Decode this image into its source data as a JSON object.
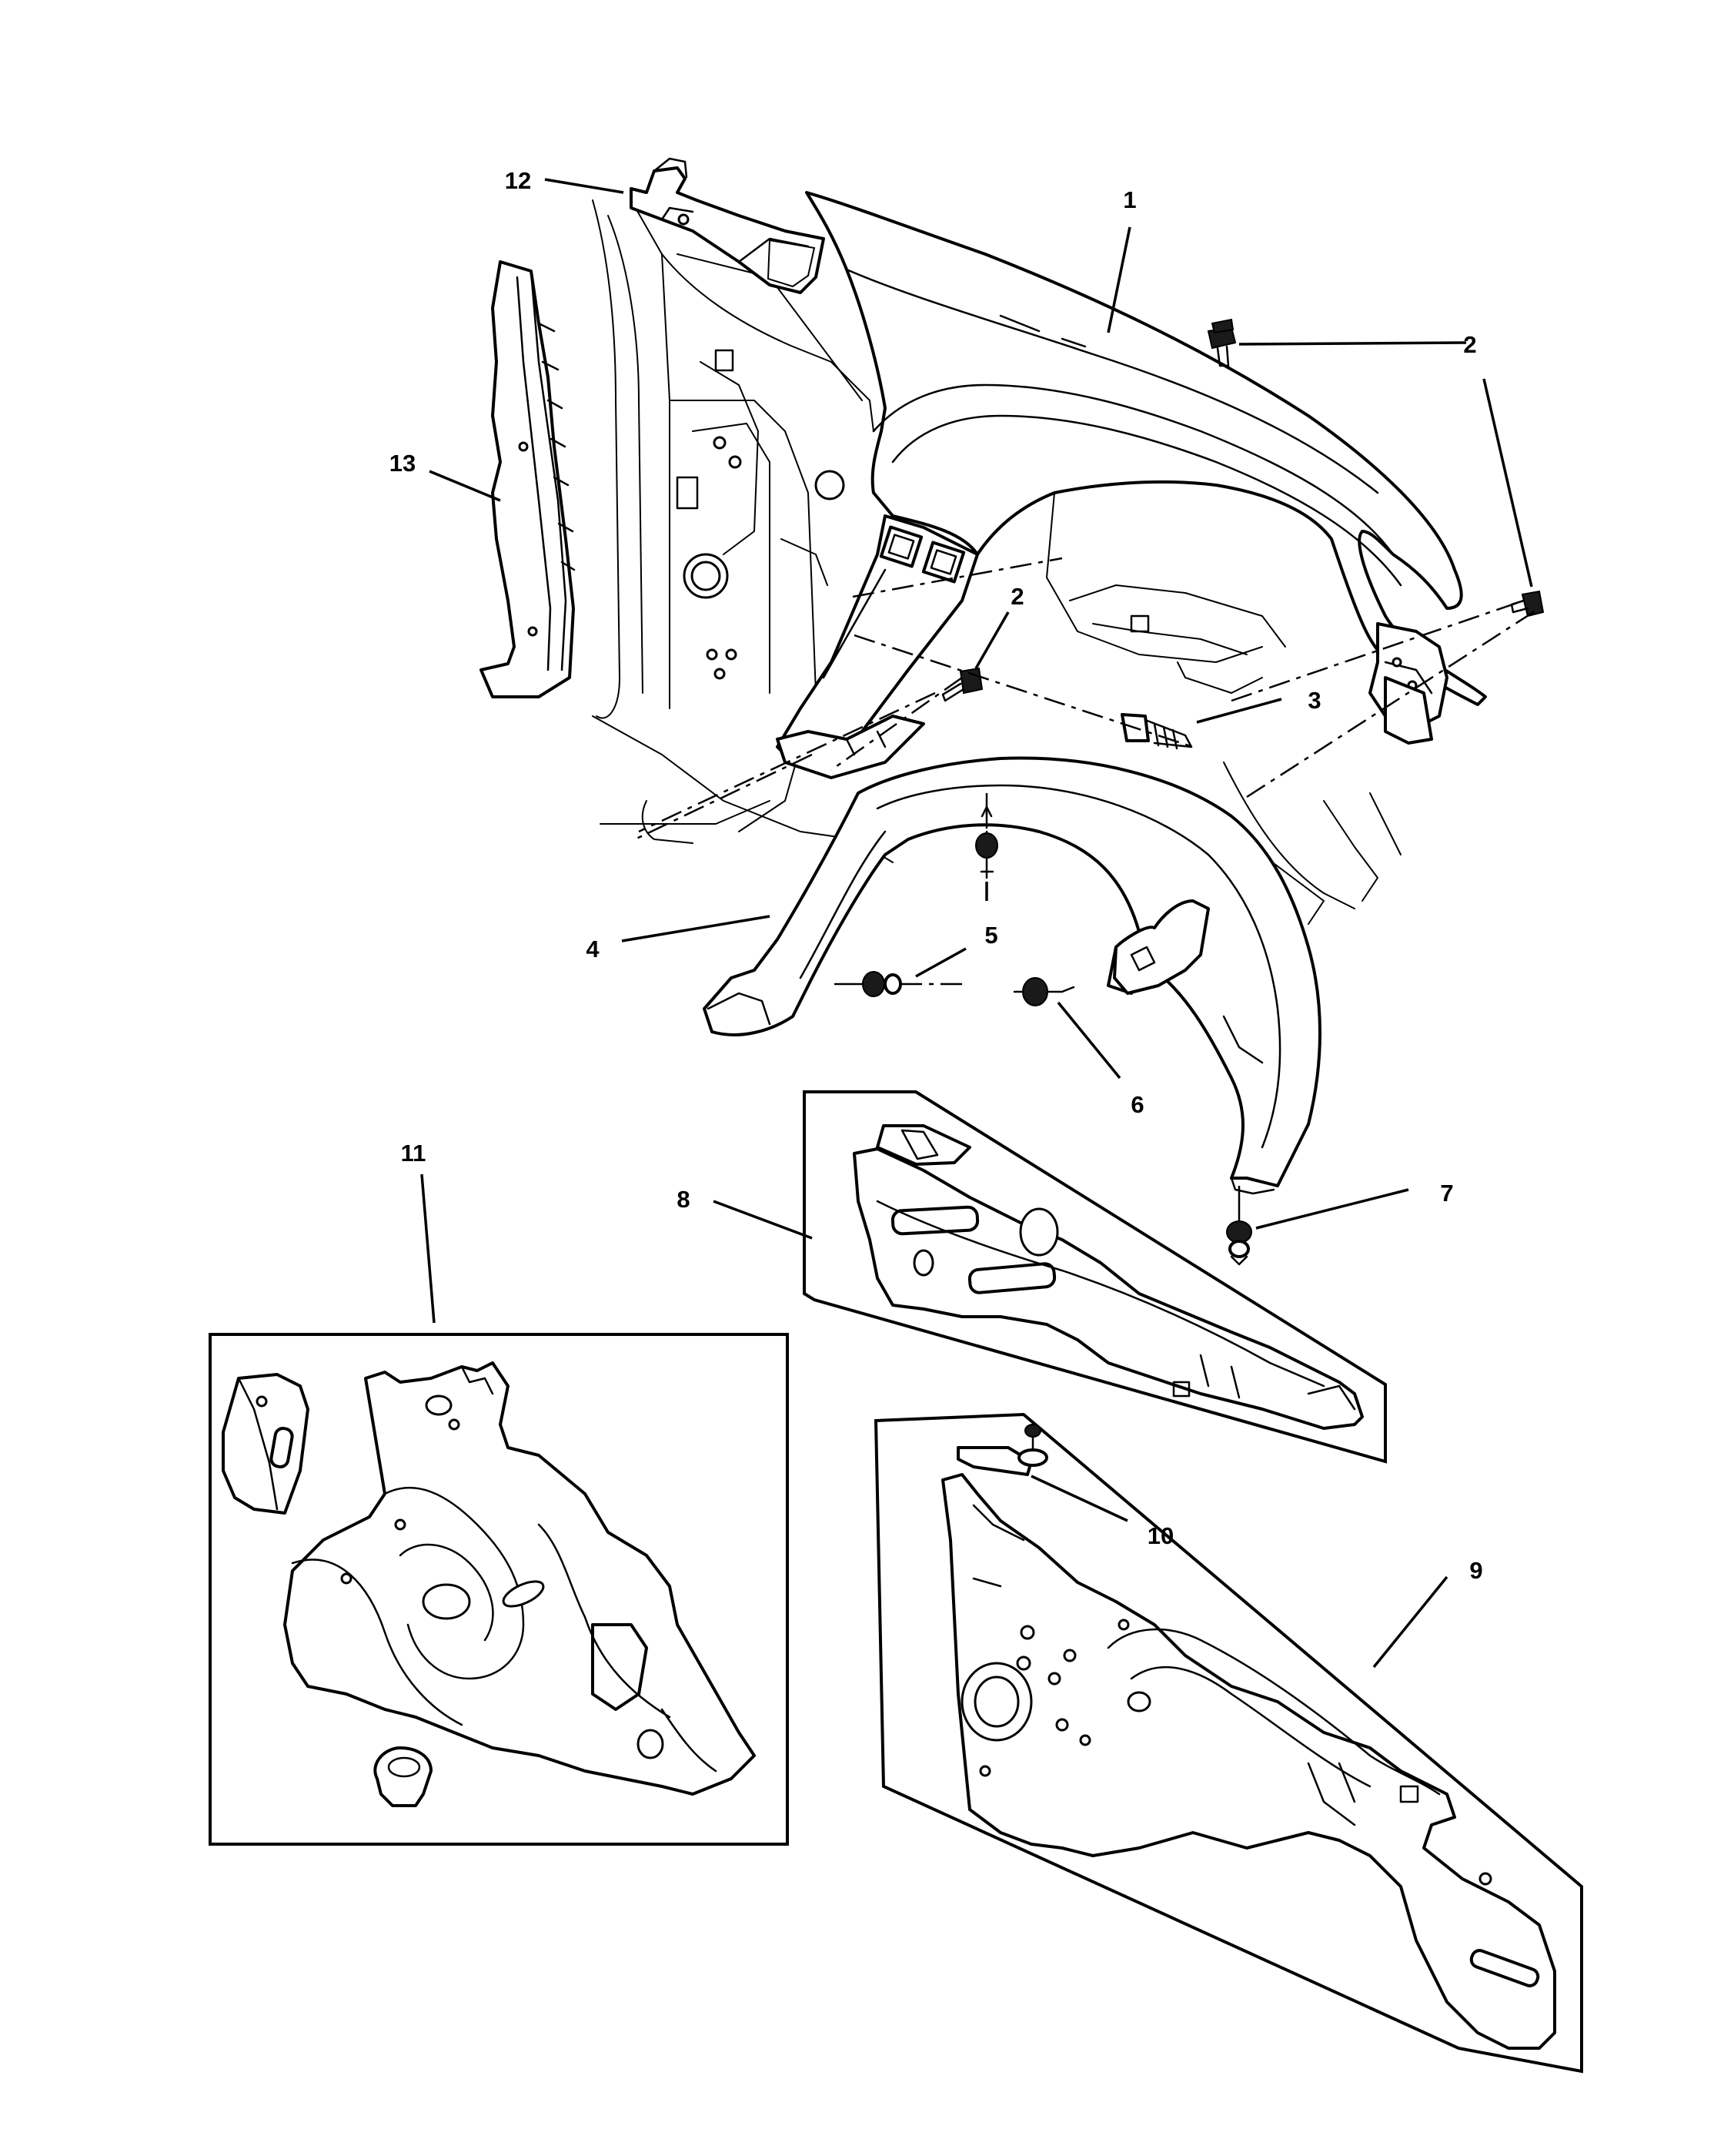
{
  "callouts": [
    {
      "id": "1",
      "label": "1"
    },
    {
      "id": "2a",
      "label": "2"
    },
    {
      "id": "2b",
      "label": "2"
    },
    {
      "id": "3",
      "label": "3"
    },
    {
      "id": "4",
      "label": "4"
    },
    {
      "id": "5a",
      "label": "5"
    },
    {
      "id": "6",
      "label": "6"
    },
    {
      "id": "7",
      "label": "7"
    },
    {
      "id": "8",
      "label": "8"
    },
    {
      "id": "9",
      "label": "9"
    },
    {
      "id": "10",
      "label": "10"
    },
    {
      "id": "11",
      "label": "11"
    },
    {
      "id": "12",
      "label": "12"
    },
    {
      "id": "13",
      "label": "13"
    }
  ]
}
